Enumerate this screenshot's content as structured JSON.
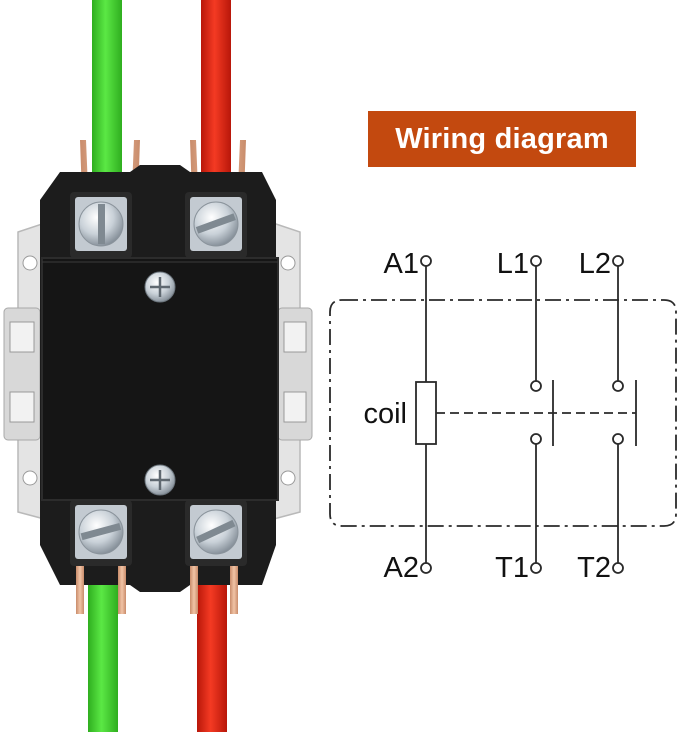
{
  "title": "Wiring diagram",
  "colors": {
    "banner": "#C3490F",
    "wire_green": "#3FD62A",
    "wire_red": "#E0230F",
    "housing": "#1E1E1E",
    "bracket": "#E8E8E8",
    "line": "#2A2A2A"
  },
  "terminals": {
    "a1": "A1",
    "l1": "L1",
    "l2": "L2",
    "a2": "A2",
    "t1": "T1",
    "t2": "T2"
  },
  "coil_label": "coil",
  "icons": [
    "screw-icon",
    "contactor-photo"
  ]
}
